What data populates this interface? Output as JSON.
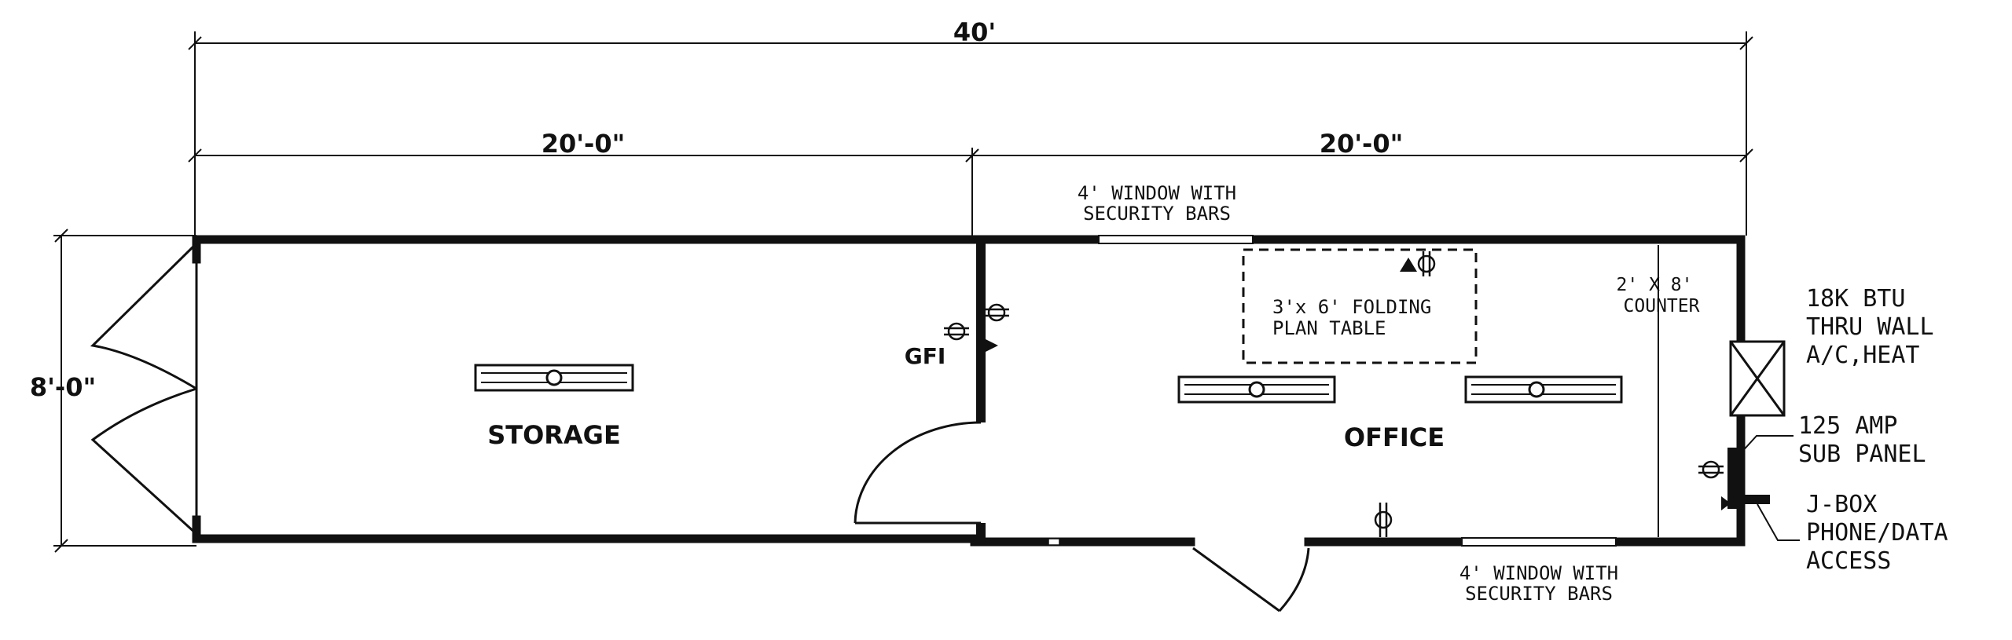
{
  "dimensions": {
    "overall": "40'",
    "left_segment": "20'-0\"",
    "right_segment": "20'-0\"",
    "depth": "8'-0\""
  },
  "rooms": {
    "storage": "STORAGE",
    "office": "OFFICE"
  },
  "labels": {
    "gfi": "GFI",
    "window_top_line1": "4' WINDOW WITH",
    "window_top_line2": "SECURITY BARS",
    "plan_table_line1": "3'x 6' FOLDING",
    "plan_table_line2": "PLAN TABLE",
    "counter_line1": "2' X 8'",
    "counter_line2": "COUNTER",
    "hvac_line1": "18K BTU",
    "hvac_line2": "THRU WALL",
    "hvac_line3": "A/C,HEAT",
    "panel_line1": "125 AMP",
    "panel_line2": "SUB PANEL",
    "jbox_line1": "J-BOX",
    "jbox_line2": "PHONE/DATA",
    "jbox_line3": "ACCESS",
    "window_bottom_line1": "4' WINDOW WITH",
    "window_bottom_line2": "SECURITY BARS"
  },
  "colors": {
    "ink": "#111111",
    "background": "#ffffff"
  },
  "icons": [
    "light-fixture-icon",
    "duplex-outlet-icon",
    "phone-jack-icon",
    "hvac-unit-icon",
    "door-swing-icon"
  ]
}
